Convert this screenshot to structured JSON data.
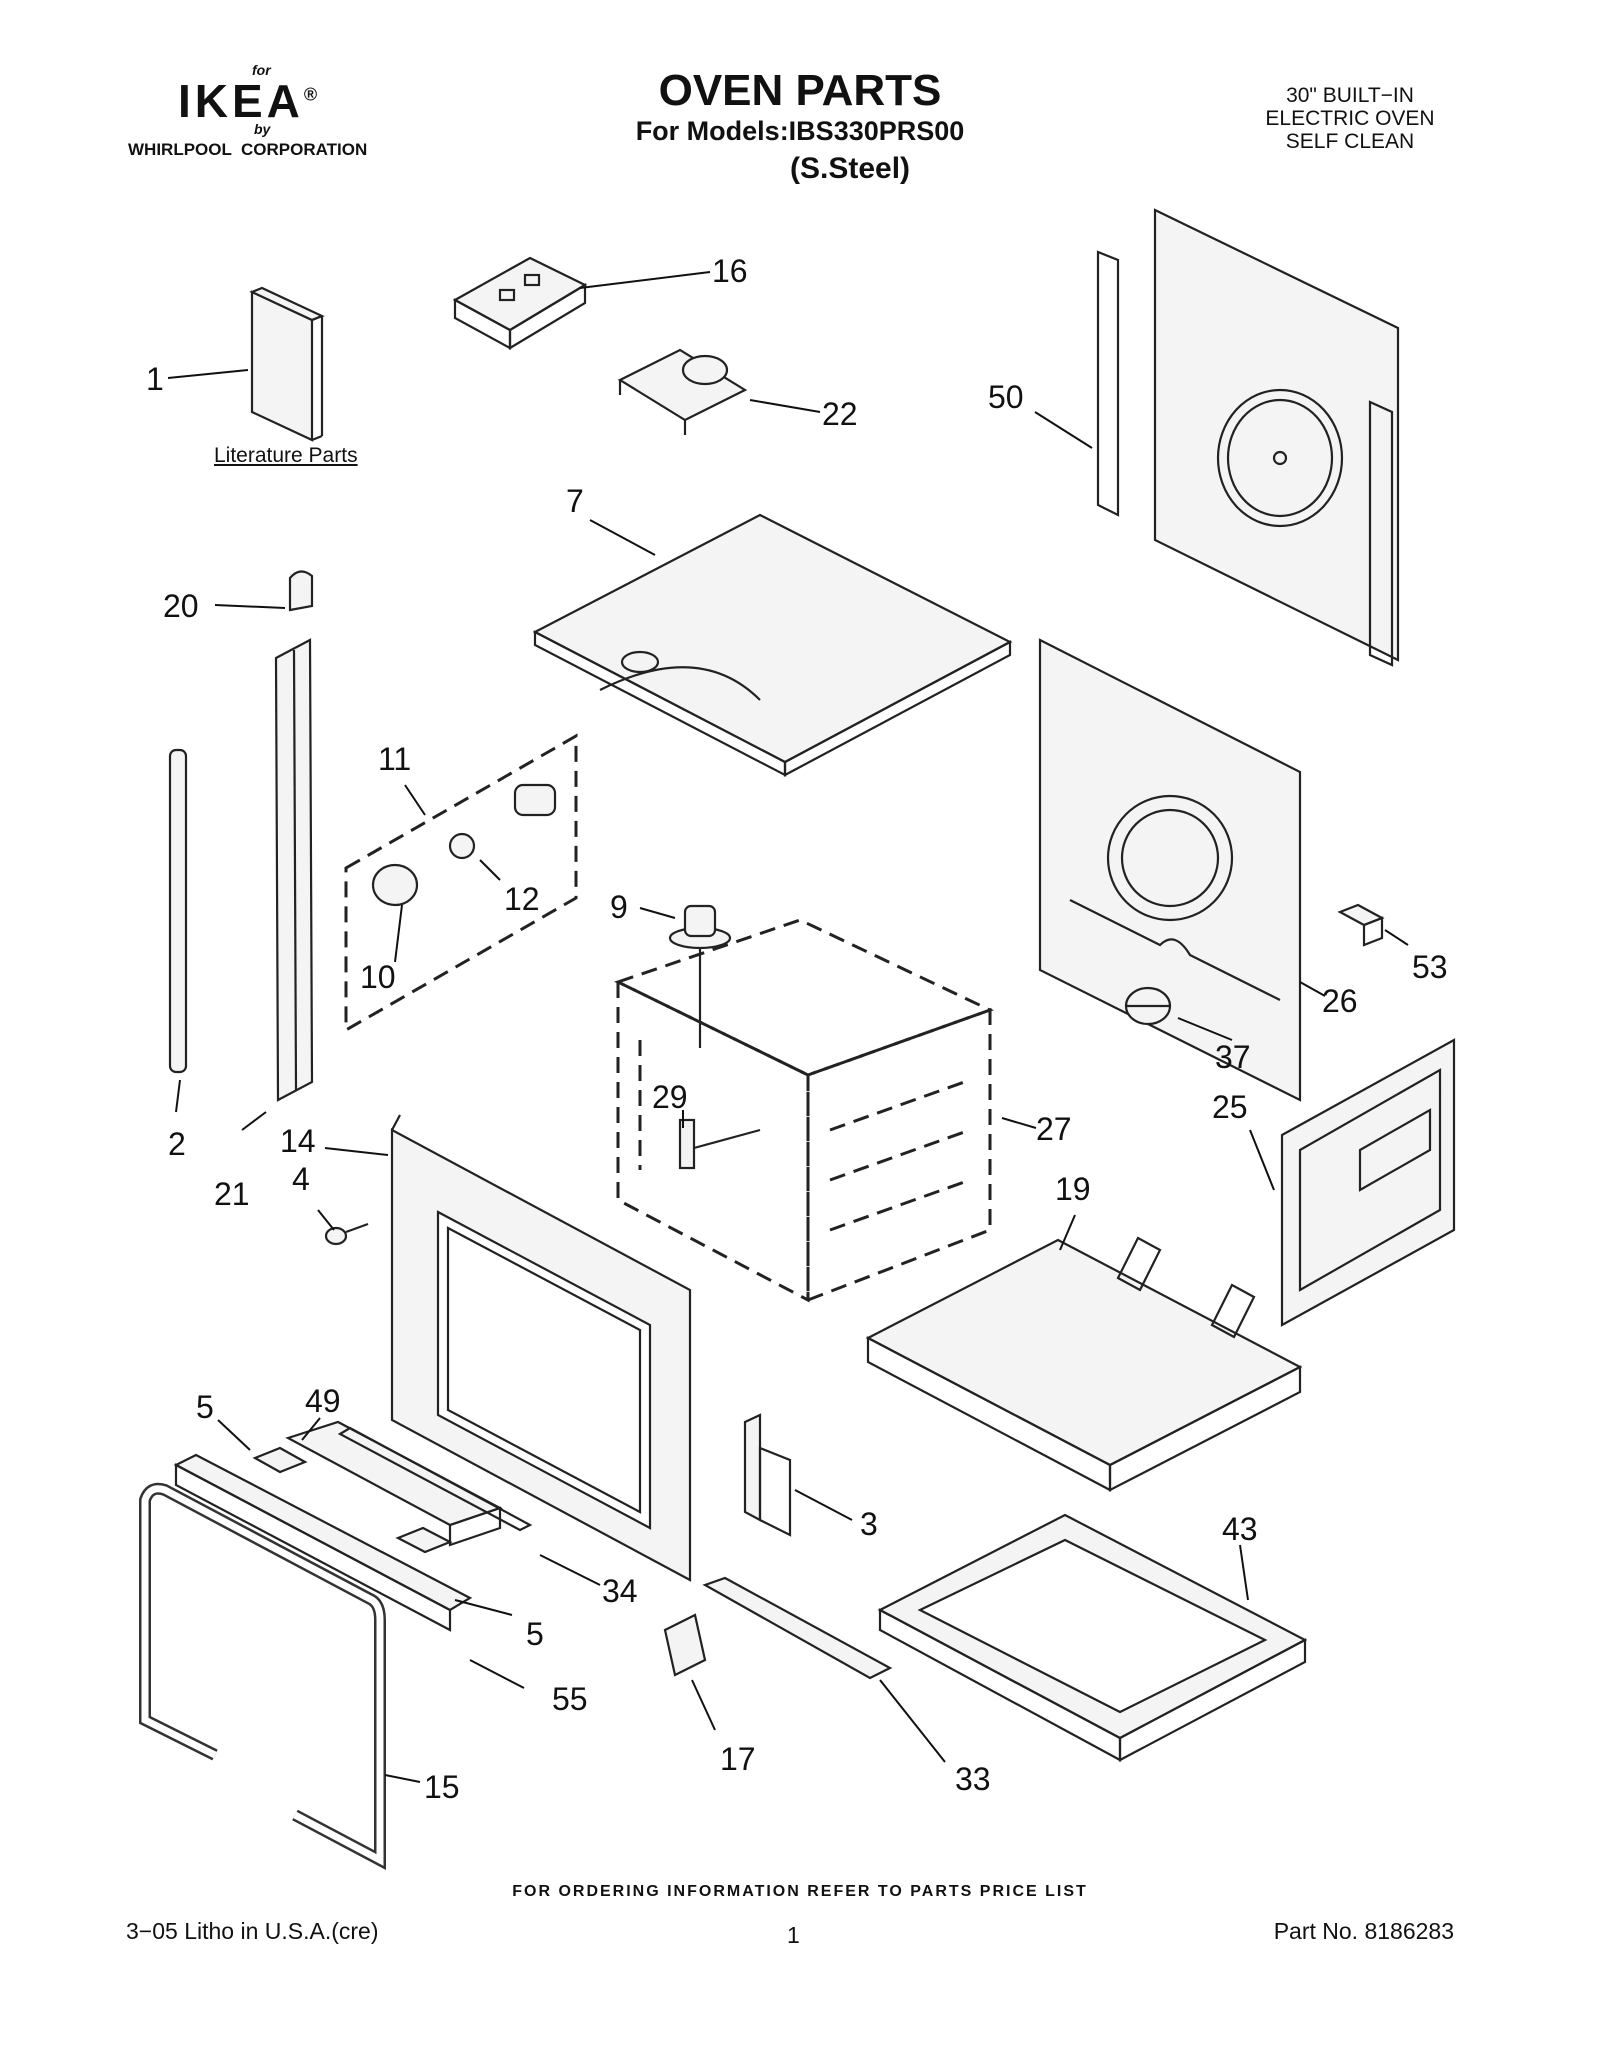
{
  "brand": {
    "for_text": "for",
    "logo_text": "IKEA",
    "registered_mark": "®",
    "by_text": "by",
    "corporation": "WHIRLPOOL  CORPORATION"
  },
  "header": {
    "title": "OVEN PARTS",
    "models_line": "For Models:IBS330PRS00",
    "finish": "(S.Steel)",
    "description_lines": [
      "30\" BUILT−IN",
      "ELECTRIC OVEN",
      "SELF CLEAN"
    ]
  },
  "literature_label": "Literature Parts",
  "callouts": [
    "1",
    "2",
    "3",
    "4",
    "5",
    "5",
    "7",
    "9",
    "10",
    "11",
    "12",
    "14",
    "15",
    "16",
    "17",
    "19",
    "20",
    "21",
    "22",
    "25",
    "26",
    "27",
    "29",
    "33",
    "34",
    "37",
    "43",
    "49",
    "50",
    "53",
    "55"
  ],
  "footer": {
    "ordering_note": "FOR ORDERING INFORMATION REFER TO PARTS PRICE LIST",
    "litho": "3−05 Litho in U.S.A.(cre)",
    "page_number": "1",
    "part_number": "Part No. 8186283"
  },
  "colors": {
    "ink": "#111111",
    "paper": "#ffffff",
    "part_fill": "#f4f4f4"
  }
}
